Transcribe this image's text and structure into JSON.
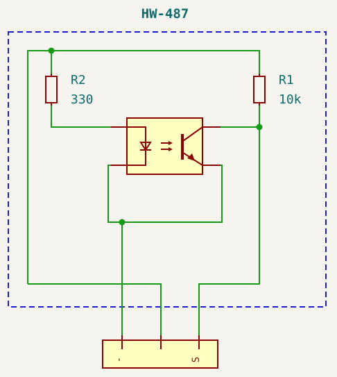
{
  "title": "HW-487",
  "components": {
    "r2": {
      "ref": "R2",
      "value": "330"
    },
    "r1": {
      "ref": "R1",
      "value": "10k"
    }
  },
  "connector": {
    "pins": [
      "-",
      "",
      "S"
    ]
  },
  "colors": {
    "background": "#f5f4ef",
    "wire": "#159a15",
    "component_stroke": "#8b0000",
    "component_fill": "#ffffc2",
    "frame": "#1a1ad6",
    "text": "#0f6b6b"
  }
}
